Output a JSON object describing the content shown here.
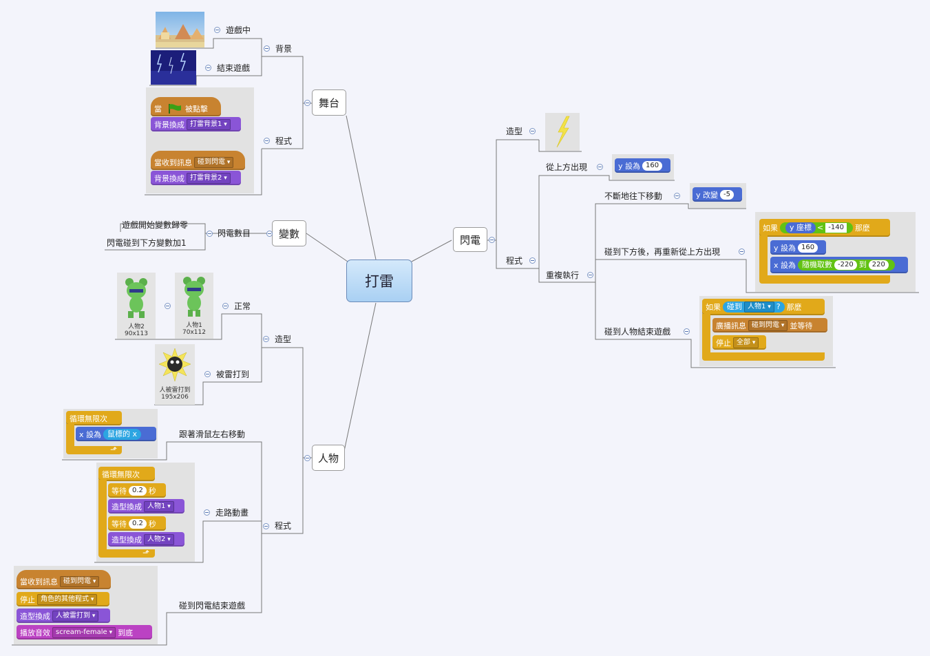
{
  "central": "打雷",
  "stage": {
    "label": "舞台",
    "backgrounds_label": "背景",
    "bg_playing": "遊戲中",
    "bg_end": "結束遊戲",
    "program_label": "程式",
    "when_flag": "當",
    "clicked": "被點擊",
    "switch_bg": "背景換成",
    "bg1": "打雷背景1",
    "when_receive": "當收到訊息",
    "msg_hit": "碰到閃電",
    "bg2": "打雷背景2"
  },
  "variables": {
    "label": "變數",
    "var_name": "閃電數目",
    "note1": "遊戲開始變數歸零",
    "note2": "閃電碰到下方變數加1"
  },
  "person": {
    "label": "人物",
    "costume_label": "造型",
    "normal_label": "正常",
    "hit_label": "被雷打到",
    "sprite2_name": "人物2",
    "sprite2_size": "90x113",
    "sprite1_name": "人物1",
    "sprite1_size": "70x112",
    "sprite_hit_name": "人被雷打到",
    "sprite_hit_size": "195x206",
    "program_label": "程式",
    "follow_label": "跟著滑鼠左右移動",
    "walk_label": "走路動畫",
    "end_label": "碰到閃電結束遊戲",
    "forever": "循環無限次",
    "x_set": "x 設為",
    "mouse_x": "鼠標的",
    "x_var": "x",
    "wait": "等待",
    "wait_val": "0.2",
    "sec": "秒",
    "switch_costume": "造型換成",
    "costume1": "人物1",
    "costume2": "人物2",
    "when_receive": "當收到訊息",
    "msg_hit": "碰到閃電",
    "stop": "停止",
    "stop_other": "角色的其他程式",
    "costume_hit": "人被雷打到",
    "play_sound": "播放音效",
    "sound_name": "scream-female",
    "until_done": "到底"
  },
  "lightning": {
    "label": "閃電",
    "costume_label": "造型",
    "program_label": "程式",
    "from_top": "從上方出現",
    "repeat": "重複執行",
    "move_down": "不斷地往下移動",
    "hit_bottom": "碰到下方後，再重新從上方出現",
    "hit_person": "碰到人物結束遊戲",
    "y_set": "y 設為",
    "y_val": "160",
    "y_change": "y 改變",
    "y_change_val": "-5",
    "if": "如果",
    "then": "那麼",
    "y_pos": "y 座標",
    "lt": "<",
    "neg140": "-140",
    "x_set": "x 設為",
    "random": "隨機取數",
    "rand_from": "-220",
    "to": "到",
    "rand_to": "220",
    "touching": "碰到",
    "sprite1": "人物1",
    "q": "?",
    "broadcast": "廣播訊息",
    "msg_hit": "碰到閃電",
    "and_wait": "並等待",
    "stop": "停止",
    "stop_all": "全部"
  }
}
